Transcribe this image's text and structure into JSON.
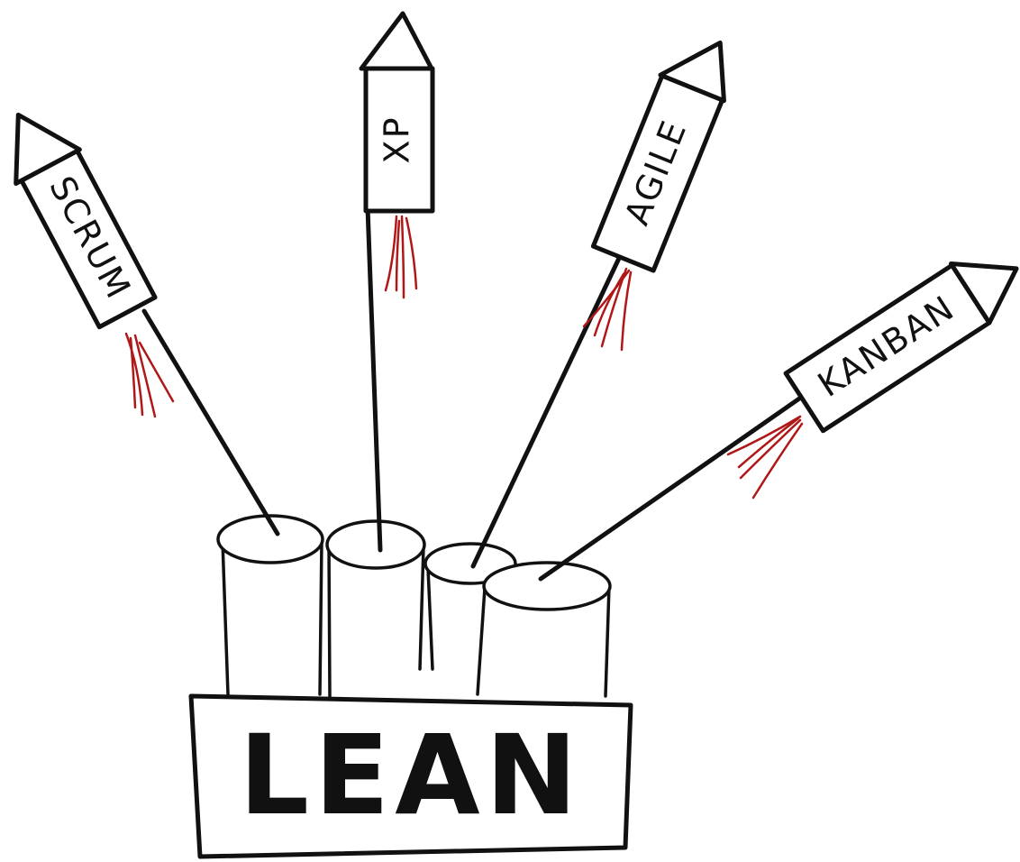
{
  "base": {
    "label": "LEAN"
  },
  "rockets": [
    {
      "id": "scrum",
      "label": "SCRUM"
    },
    {
      "id": "xp",
      "label": "XP"
    },
    {
      "id": "agile",
      "label": "AGILE"
    },
    {
      "id": "kanban",
      "label": "KANBAN"
    }
  ],
  "colors": {
    "ink": "#111111",
    "spark": "#b01818",
    "background": "#ffffff"
  }
}
